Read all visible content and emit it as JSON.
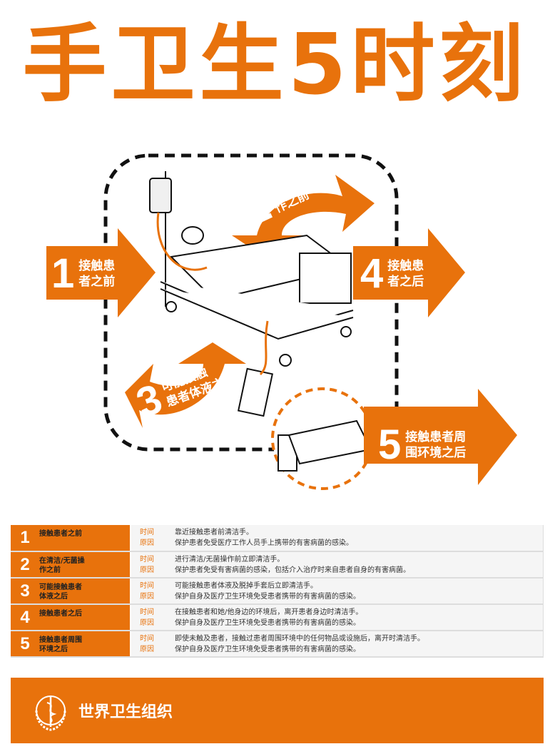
{
  "title": "手卫生5时刻",
  "moments": [
    {
      "num": "1",
      "label_l1": "接触患",
      "label_l2": "者之前",
      "name_l1": "接触患者之前",
      "name_l2": "",
      "time": "靠近接触患者前清洁手。",
      "reason": "保护患者免受医疗工作人员手上携带的有害病菌的感染。"
    },
    {
      "num": "2",
      "label_l1": "在清洁/无菌操",
      "label_l2": "作之前",
      "name_l1": "在清洁/无菌操",
      "name_l2": "作之前",
      "time": "进行清洁/无菌操作前立即清洁手。",
      "reason": "保护患者免受有害病菌的感染，包括介入治疗时来自患者自身的有害病菌。"
    },
    {
      "num": "3",
      "label_l1": "可能接触",
      "label_l2": "患者体液之后",
      "name_l1": "可能接触患者",
      "name_l2": "体液之后",
      "time": "可能接触患者体液及脱掉手套后立即清洁手。",
      "reason": "保护自身及医疗卫生环境免受患者携带的有害病菌的感染。"
    },
    {
      "num": "4",
      "label_l1": "接触患",
      "label_l2": "者之后",
      "name_l1": "接触患者之后",
      "name_l2": "",
      "time": "在接触患者和她/他身边的环境后，离开患者身边时清洁手。",
      "reason": "保护自身及医疗卫生环境免受患者携带的有害病菌的感染。"
    },
    {
      "num": "5",
      "label_l1": "接触患者周",
      "label_l2": "围环境之后",
      "name_l1": "接触患者周围",
      "name_l2": "环境之后",
      "time": "即使未触及患者，接触过患者周围环境中的任何物品或设施后，离开时清洁手。",
      "reason": "保护自身及医疗卫生环境免受患者携带的有害病菌的感染。"
    }
  ],
  "labels": {
    "time": "时间",
    "reason": "原因"
  },
  "footer": {
    "org": "世界卫生组织"
  },
  "colors": {
    "accent": "#E8720C"
  }
}
